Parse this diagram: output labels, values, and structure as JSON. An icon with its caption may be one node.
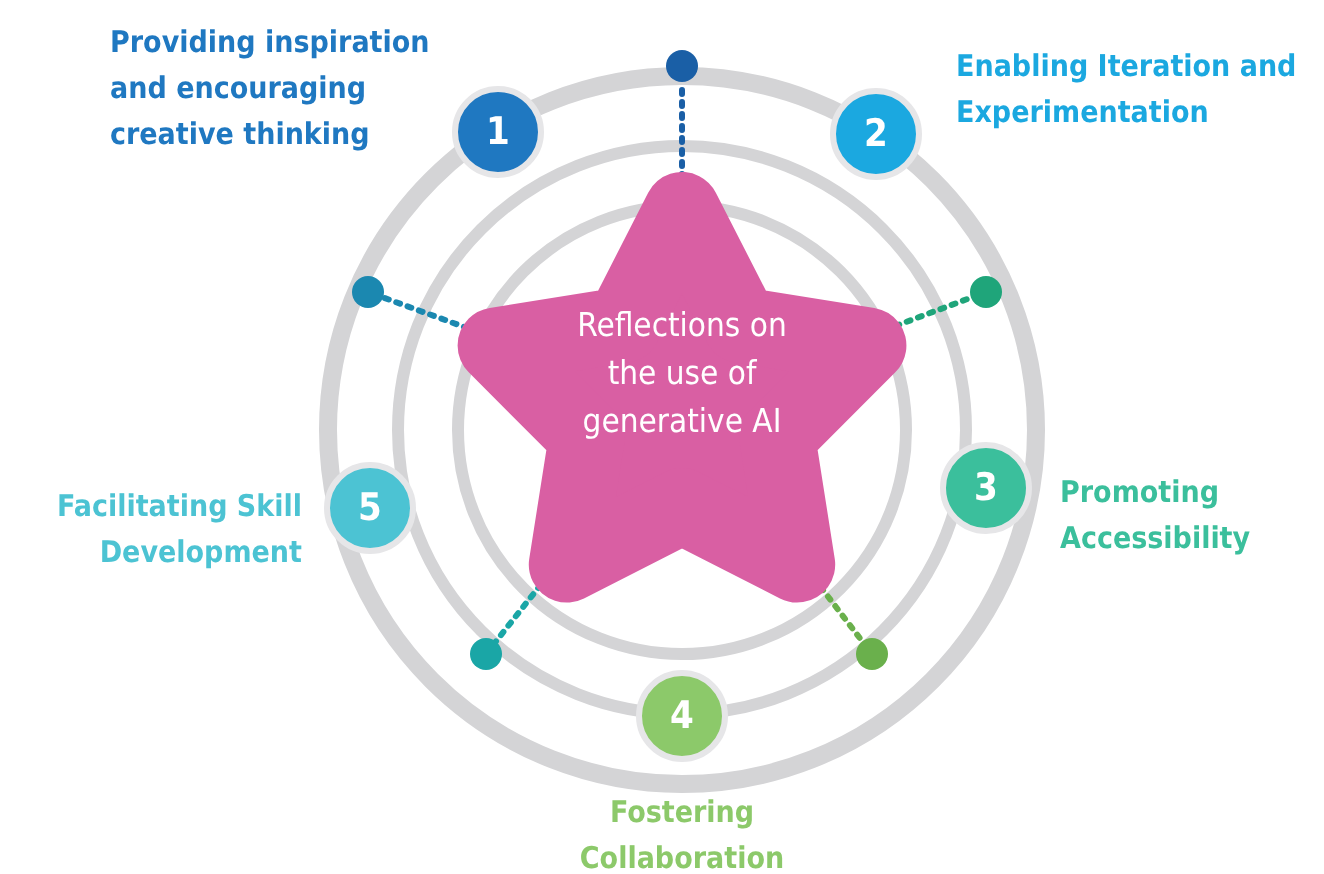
{
  "diagram": {
    "nodes": [
      {
        "text": [
          "Reflections on the use of generative AI"
        ]
      },
      {
        "text": [
          "1"
        ],
        "beside": [
          "Providing inspiration and encouraging creative thinking"
        ]
      },
      {
        "text": [
          "2"
        ],
        "beside": [
          "Enabling Iteration and Experimentation"
        ]
      },
      {
        "text": [
          "3"
        ],
        "beside": [
          "Promoting Accessibility"
        ]
      },
      {
        "text": [
          "4"
        ],
        "beside": [
          "Fostering Collaboration"
        ]
      },
      {
        "text": [
          "5"
        ],
        "beside": [
          "Facilitating Skill Development"
        ]
      },
      {
        "text": [],
        "shape": "circle"
      },
      {
        "text": [],
        "shape": "circle"
      },
      {
        "text": [],
        "shape": "circle"
      },
      {
        "text": [],
        "shape": "circle"
      },
      {
        "text": [],
        "shape": "circle"
      }
    ],
    "edges": [
      {
        "from": 0,
        "to": 6,
        "arrow": "none",
        "style": "dashed",
        "color": "#1a5fa6"
      },
      {
        "from": 0,
        "to": 7,
        "arrow": "none",
        "style": "dashed",
        "color": "#1fa57a"
      },
      {
        "from": 0,
        "to": 8,
        "arrow": "none",
        "style": "dashed",
        "color": "#6ab04c"
      },
      {
        "from": 0,
        "to": 9,
        "arrow": "none",
        "style": "dashed",
        "color": "#1aa6a6"
      },
      {
        "from": 0,
        "to": 10,
        "arrow": "none",
        "style": "dashed",
        "color": "#1b88b0"
      }
    ]
  }
}
